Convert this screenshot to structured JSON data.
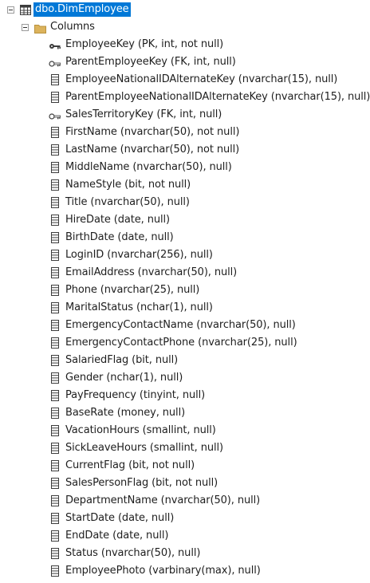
{
  "tree": {
    "root": {
      "label": "dbo.DimEmployee",
      "icon": "table-icon"
    },
    "folder": {
      "label": "Columns",
      "icon": "folder-icon"
    },
    "columns": [
      {
        "label": "EmployeeKey (PK, int, not null)",
        "icon": "primary-key-icon"
      },
      {
        "label": "ParentEmployeeKey (FK, int, null)",
        "icon": "foreign-key-icon"
      },
      {
        "label": "EmployeeNationalIDAlternateKey (nvarchar(15), null)",
        "icon": "column-icon"
      },
      {
        "label": "ParentEmployeeNationalIDAlternateKey (nvarchar(15), null)",
        "icon": "column-icon"
      },
      {
        "label": "SalesTerritoryKey (FK, int, null)",
        "icon": "foreign-key-icon"
      },
      {
        "label": "FirstName (nvarchar(50), not null)",
        "icon": "column-icon"
      },
      {
        "label": "LastName (nvarchar(50), not null)",
        "icon": "column-icon"
      },
      {
        "label": "MiddleName (nvarchar(50), null)",
        "icon": "column-icon"
      },
      {
        "label": "NameStyle (bit, not null)",
        "icon": "column-icon"
      },
      {
        "label": "Title (nvarchar(50), null)",
        "icon": "column-icon"
      },
      {
        "label": "HireDate (date, null)",
        "icon": "column-icon"
      },
      {
        "label": "BirthDate (date, null)",
        "icon": "column-icon"
      },
      {
        "label": "LoginID (nvarchar(256), null)",
        "icon": "column-icon"
      },
      {
        "label": "EmailAddress (nvarchar(50), null)",
        "icon": "column-icon"
      },
      {
        "label": "Phone (nvarchar(25), null)",
        "icon": "column-icon"
      },
      {
        "label": "MaritalStatus (nchar(1), null)",
        "icon": "column-icon"
      },
      {
        "label": "EmergencyContactName (nvarchar(50), null)",
        "icon": "column-icon"
      },
      {
        "label": "EmergencyContactPhone (nvarchar(25), null)",
        "icon": "column-icon"
      },
      {
        "label": "SalariedFlag (bit, null)",
        "icon": "column-icon"
      },
      {
        "label": "Gender (nchar(1), null)",
        "icon": "column-icon"
      },
      {
        "label": "PayFrequency (tinyint, null)",
        "icon": "column-icon"
      },
      {
        "label": "BaseRate (money, null)",
        "icon": "column-icon"
      },
      {
        "label": "VacationHours (smallint, null)",
        "icon": "column-icon"
      },
      {
        "label": "SickLeaveHours (smallint, null)",
        "icon": "column-icon"
      },
      {
        "label": "CurrentFlag (bit, not null)",
        "icon": "column-icon"
      },
      {
        "label": "SalesPersonFlag (bit, not null)",
        "icon": "column-icon"
      },
      {
        "label": "DepartmentName (nvarchar(50), null)",
        "icon": "column-icon"
      },
      {
        "label": "StartDate (date, null)",
        "icon": "column-icon"
      },
      {
        "label": "EndDate (date, null)",
        "icon": "column-icon"
      },
      {
        "label": "Status (nvarchar(50), null)",
        "icon": "column-icon"
      },
      {
        "label": "EmployeePhoto (varbinary(max), null)",
        "icon": "column-icon"
      }
    ]
  },
  "colors": {
    "selection": "#0078d7",
    "folder": "#dcb35c",
    "icon": "#3c3c3c"
  }
}
